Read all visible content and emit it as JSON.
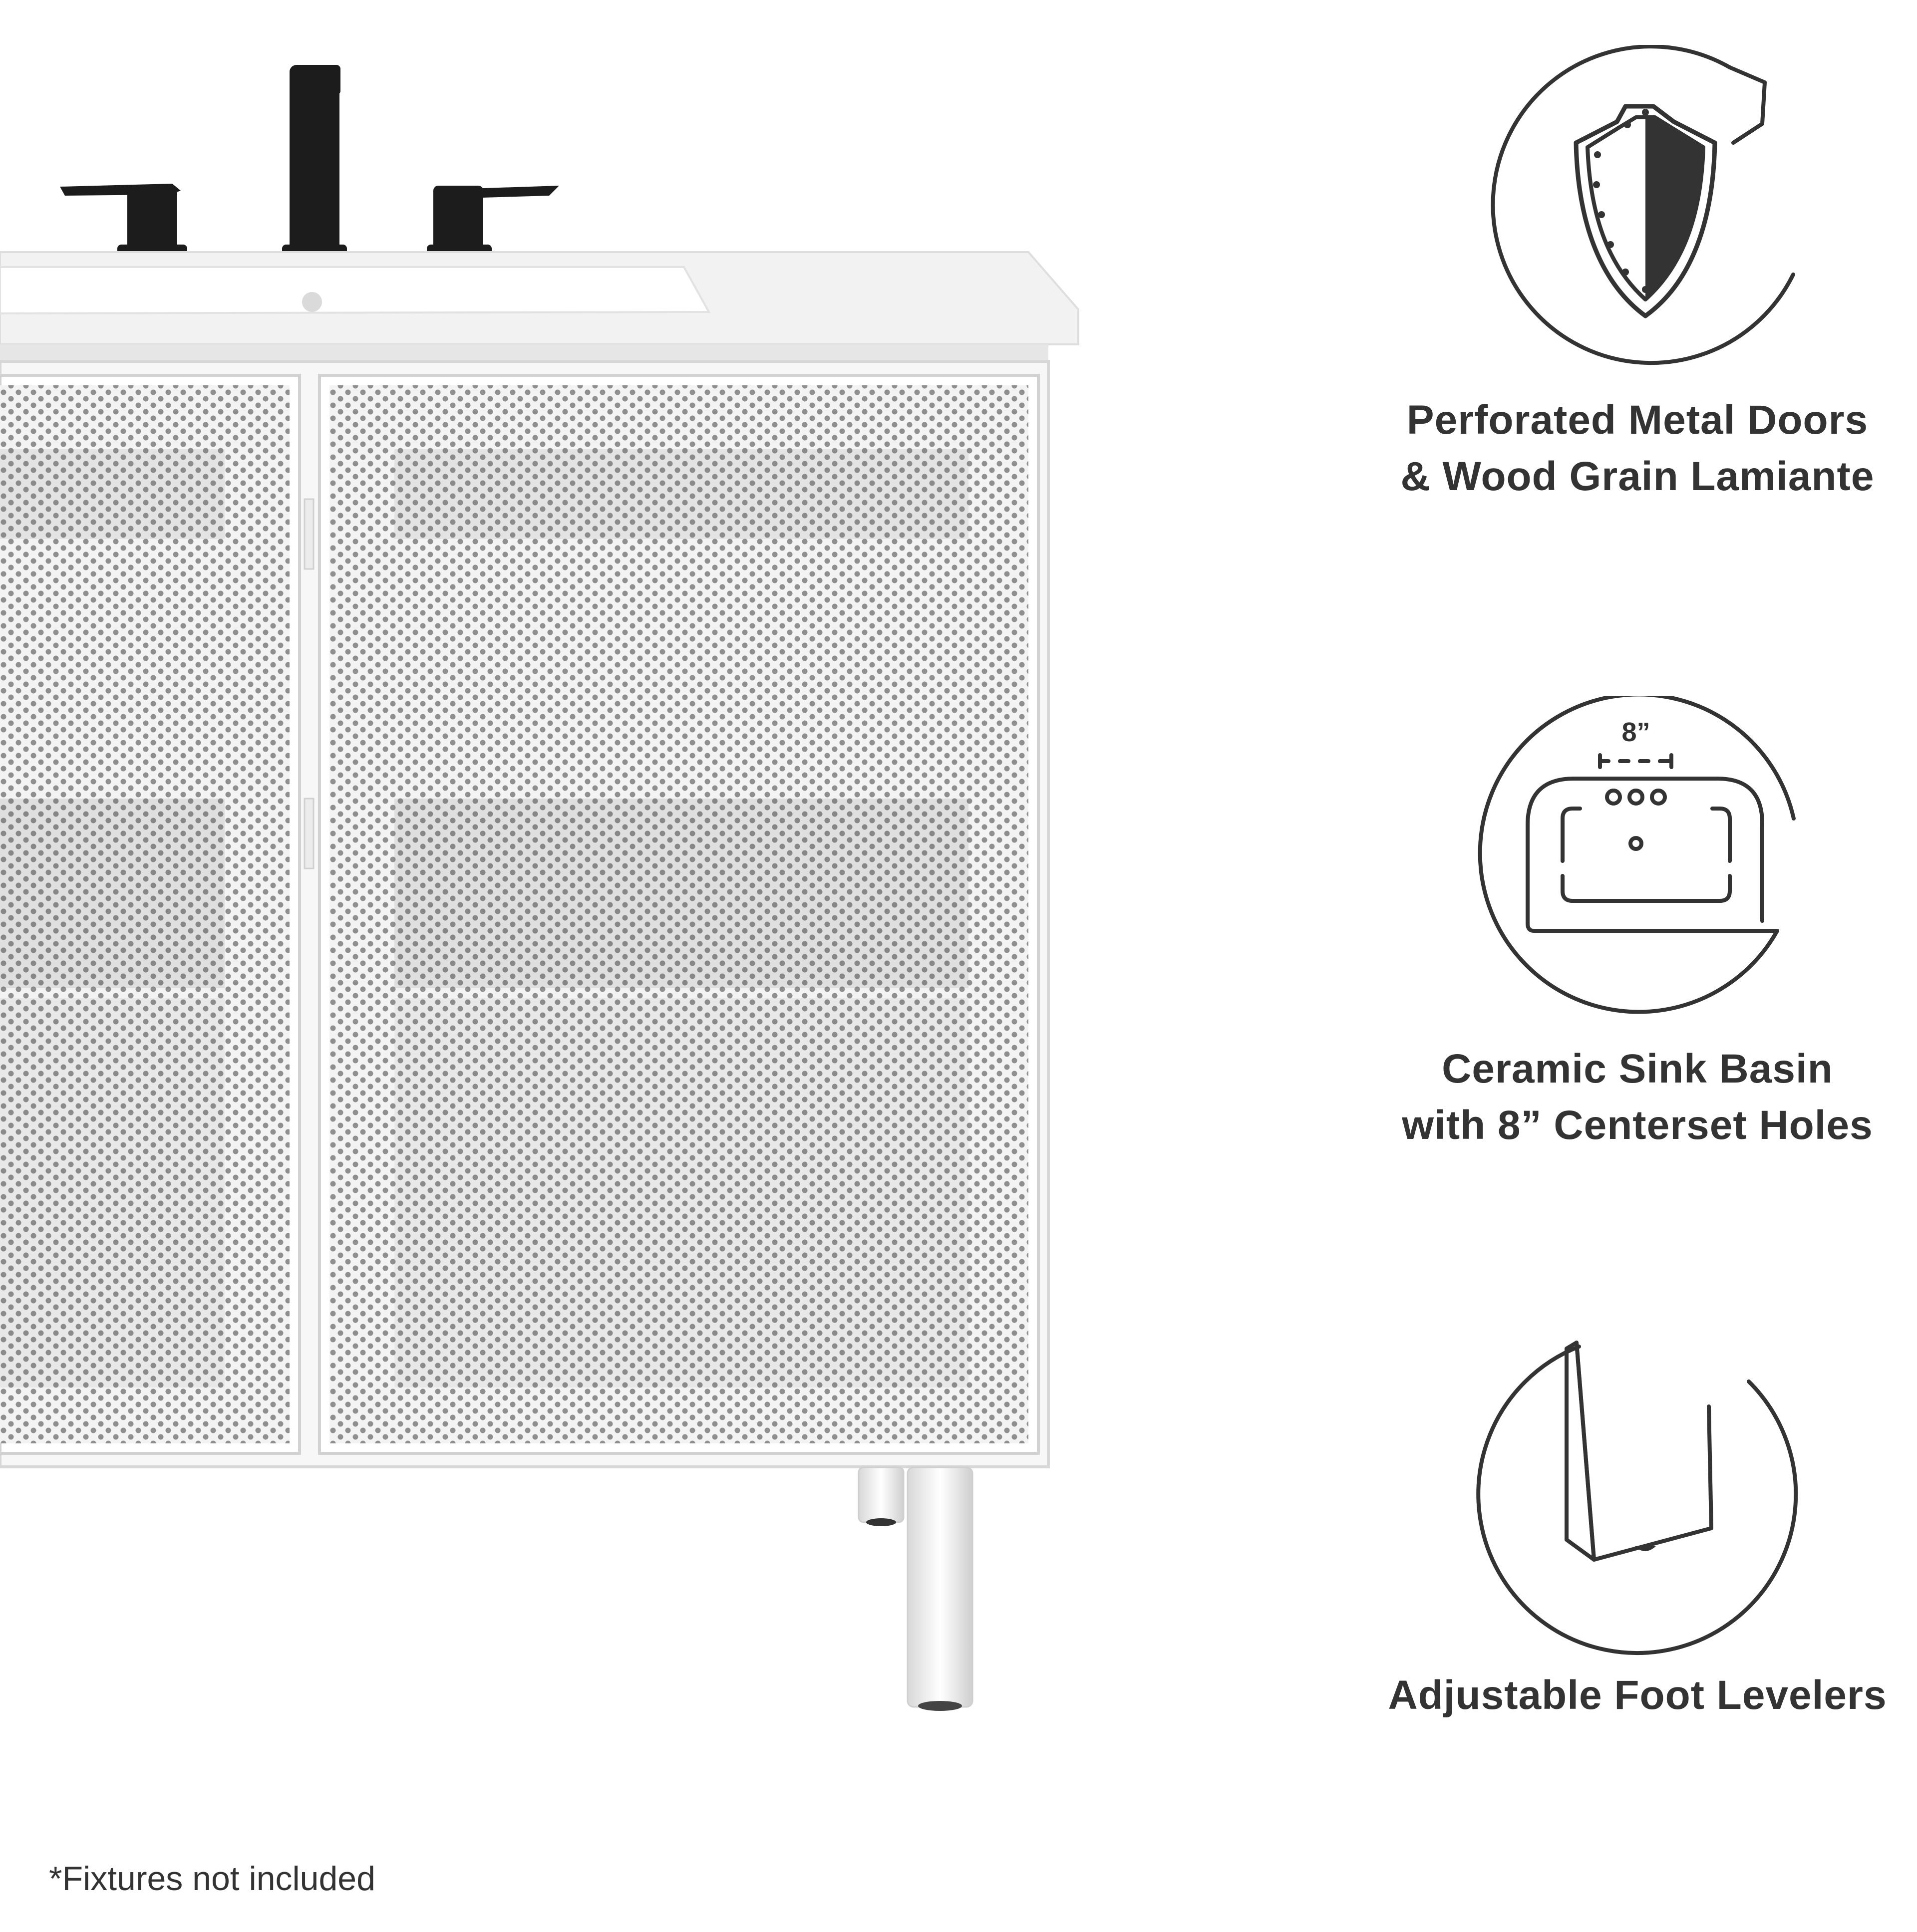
{
  "features": [
    {
      "icon": "shield-icon",
      "lines": [
        "Perforated Metal Doors",
        "& Wood Grain Lamiante"
      ]
    },
    {
      "icon": "sink-basin-icon",
      "lines": [
        "Ceramic Sink Basin",
        "with 8” Centerset Holes"
      ]
    },
    {
      "icon": "foot-leveler-icon",
      "lines": [
        "Adjustable Foot Levelers"
      ]
    }
  ],
  "sink_icon_dimension": "8”",
  "footnote": "*Fixtures not included",
  "colors": {
    "icon_stroke": "#333333",
    "text": "#333333",
    "faucet": "#1a1a1a",
    "cabinet": "#f4f4f4"
  }
}
